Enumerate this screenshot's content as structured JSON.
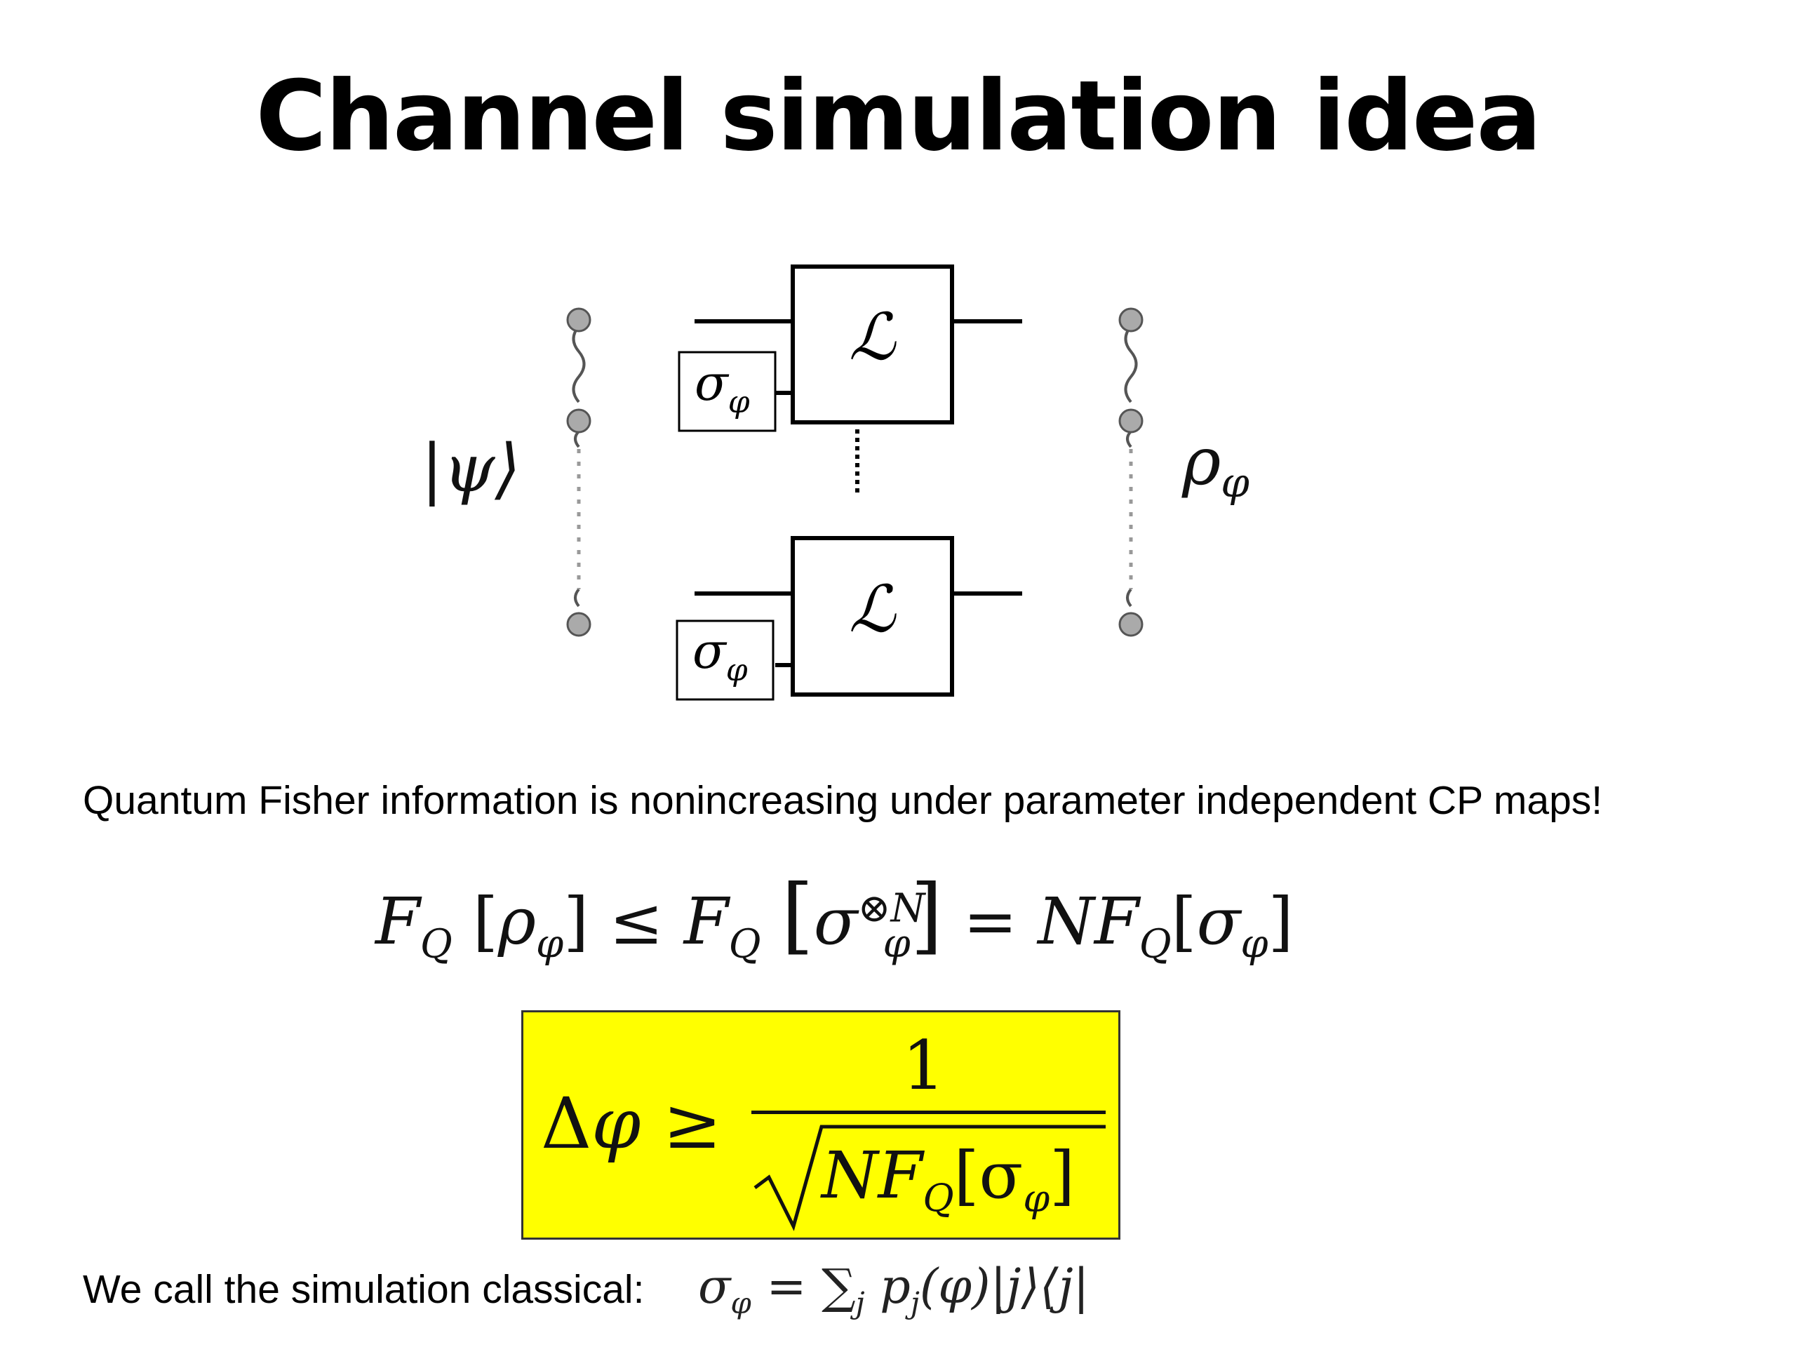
{
  "title": "Channel simulation idea",
  "diagram": {
    "input_state": "|ψ⟩",
    "output_state": "ρ",
    "output_subscript": "φ",
    "channel_label": "ℒ",
    "sigma_label": "σ",
    "sigma_subscript": "φ"
  },
  "statement": "Quantum Fisher information is nonincreasing under parameter independent CP maps!",
  "inequality": {
    "F": "F",
    "Q": "Q",
    "rho": "ρ",
    "phi": "φ",
    "leq": "≤",
    "sigma": "σ",
    "otimesN": "⊗N",
    "eq": "=",
    "N": "N"
  },
  "bound": {
    "lhs_delta": "Δ",
    "lhs_phi": "φ",
    "geq": "≥",
    "numerator": "1",
    "radicand_N": "N",
    "radicand_F": "F",
    "radicand_Q": "Q",
    "radicand_sigma": "[σ",
    "radicand_phi": "φ",
    "radicand_close": "]"
  },
  "classical": {
    "text": "We call the simulation classical:",
    "sigma": "σ",
    "phi": "φ",
    "eq": "=",
    "sum": "∑",
    "j": "j",
    "p": "p",
    "rest": "(φ)|j⟩⟨j|"
  }
}
